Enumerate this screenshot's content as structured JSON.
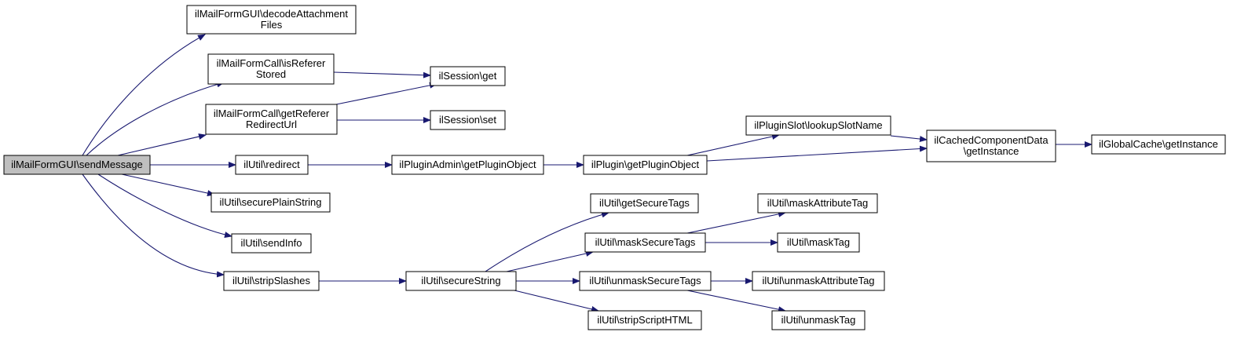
{
  "graph": {
    "colors": {
      "edge": "#191970",
      "root_fill": "#bfbfbf",
      "node_fill": "#ffffff",
      "border": "#000000"
    },
    "nodes": [
      {
        "id": "send_message",
        "lines": [
          "ilMailFormGUI\\sendMessage"
        ],
        "root": true
      },
      {
        "id": "decode_attachment",
        "lines": [
          "ilMailFormGUI\\decodeAttachment",
          "Files"
        ]
      },
      {
        "id": "is_referer_stored",
        "lines": [
          "ilMailFormCall\\isReferer",
          "Stored"
        ]
      },
      {
        "id": "get_referer_redirect",
        "lines": [
          "ilMailFormCall\\getReferer",
          "RedirectUrl"
        ]
      },
      {
        "id": "session_get",
        "lines": [
          "ilSession\\get"
        ]
      },
      {
        "id": "session_set",
        "lines": [
          "ilSession\\set"
        ]
      },
      {
        "id": "util_redirect",
        "lines": [
          "ilUtil\\redirect"
        ]
      },
      {
        "id": "plugin_admin_get",
        "lines": [
          "ilPluginAdmin\\getPluginObject"
        ]
      },
      {
        "id": "plugin_get",
        "lines": [
          "ilPlugin\\getPluginObject"
        ]
      },
      {
        "id": "plugin_slot_lookup",
        "lines": [
          "ilPluginSlot\\lookupSlotName"
        ]
      },
      {
        "id": "cached_component",
        "lines": [
          "ilCachedComponentData",
          "\\getInstance"
        ]
      },
      {
        "id": "global_cache",
        "lines": [
          "ilGlobalCache\\getInstance"
        ]
      },
      {
        "id": "secure_plain_string",
        "lines": [
          "ilUtil\\securePlainString"
        ]
      },
      {
        "id": "send_info",
        "lines": [
          "ilUtil\\sendInfo"
        ]
      },
      {
        "id": "strip_slashes",
        "lines": [
          "ilUtil\\stripSlashes"
        ]
      },
      {
        "id": "secure_string",
        "lines": [
          "ilUtil\\secureString"
        ]
      },
      {
        "id": "get_secure_tags",
        "lines": [
          "ilUtil\\getSecureTags"
        ]
      },
      {
        "id": "mask_secure_tags",
        "lines": [
          "ilUtil\\maskSecureTags"
        ]
      },
      {
        "id": "unmask_secure_tags",
        "lines": [
          "ilUtil\\unmaskSecureTags"
        ]
      },
      {
        "id": "strip_script_html",
        "lines": [
          "ilUtil\\stripScriptHTML"
        ]
      },
      {
        "id": "mask_attribute_tag",
        "lines": [
          "ilUtil\\maskAttributeTag"
        ]
      },
      {
        "id": "mask_tag",
        "lines": [
          "ilUtil\\maskTag"
        ]
      },
      {
        "id": "unmask_attribute_tag",
        "lines": [
          "ilUtil\\unmaskAttributeTag"
        ]
      },
      {
        "id": "unmask_tag",
        "lines": [
          "ilUtil\\unmaskTag"
        ]
      }
    ],
    "edges": [
      [
        "send_message",
        "decode_attachment"
      ],
      [
        "send_message",
        "is_referer_stored"
      ],
      [
        "send_message",
        "get_referer_redirect"
      ],
      [
        "send_message",
        "util_redirect"
      ],
      [
        "send_message",
        "secure_plain_string"
      ],
      [
        "send_message",
        "send_info"
      ],
      [
        "send_message",
        "strip_slashes"
      ],
      [
        "is_referer_stored",
        "session_get"
      ],
      [
        "get_referer_redirect",
        "session_get"
      ],
      [
        "get_referer_redirect",
        "session_set"
      ],
      [
        "util_redirect",
        "plugin_admin_get"
      ],
      [
        "plugin_admin_get",
        "plugin_get"
      ],
      [
        "plugin_get",
        "plugin_slot_lookup"
      ],
      [
        "plugin_get",
        "cached_component"
      ],
      [
        "plugin_slot_lookup",
        "cached_component"
      ],
      [
        "cached_component",
        "global_cache"
      ],
      [
        "strip_slashes",
        "secure_string"
      ],
      [
        "secure_string",
        "get_secure_tags"
      ],
      [
        "secure_string",
        "mask_secure_tags"
      ],
      [
        "secure_string",
        "unmask_secure_tags"
      ],
      [
        "secure_string",
        "strip_script_html"
      ],
      [
        "mask_secure_tags",
        "mask_attribute_tag"
      ],
      [
        "mask_secure_tags",
        "mask_tag"
      ],
      [
        "unmask_secure_tags",
        "unmask_attribute_tag"
      ],
      [
        "unmask_secure_tags",
        "unmask_tag"
      ]
    ]
  }
}
